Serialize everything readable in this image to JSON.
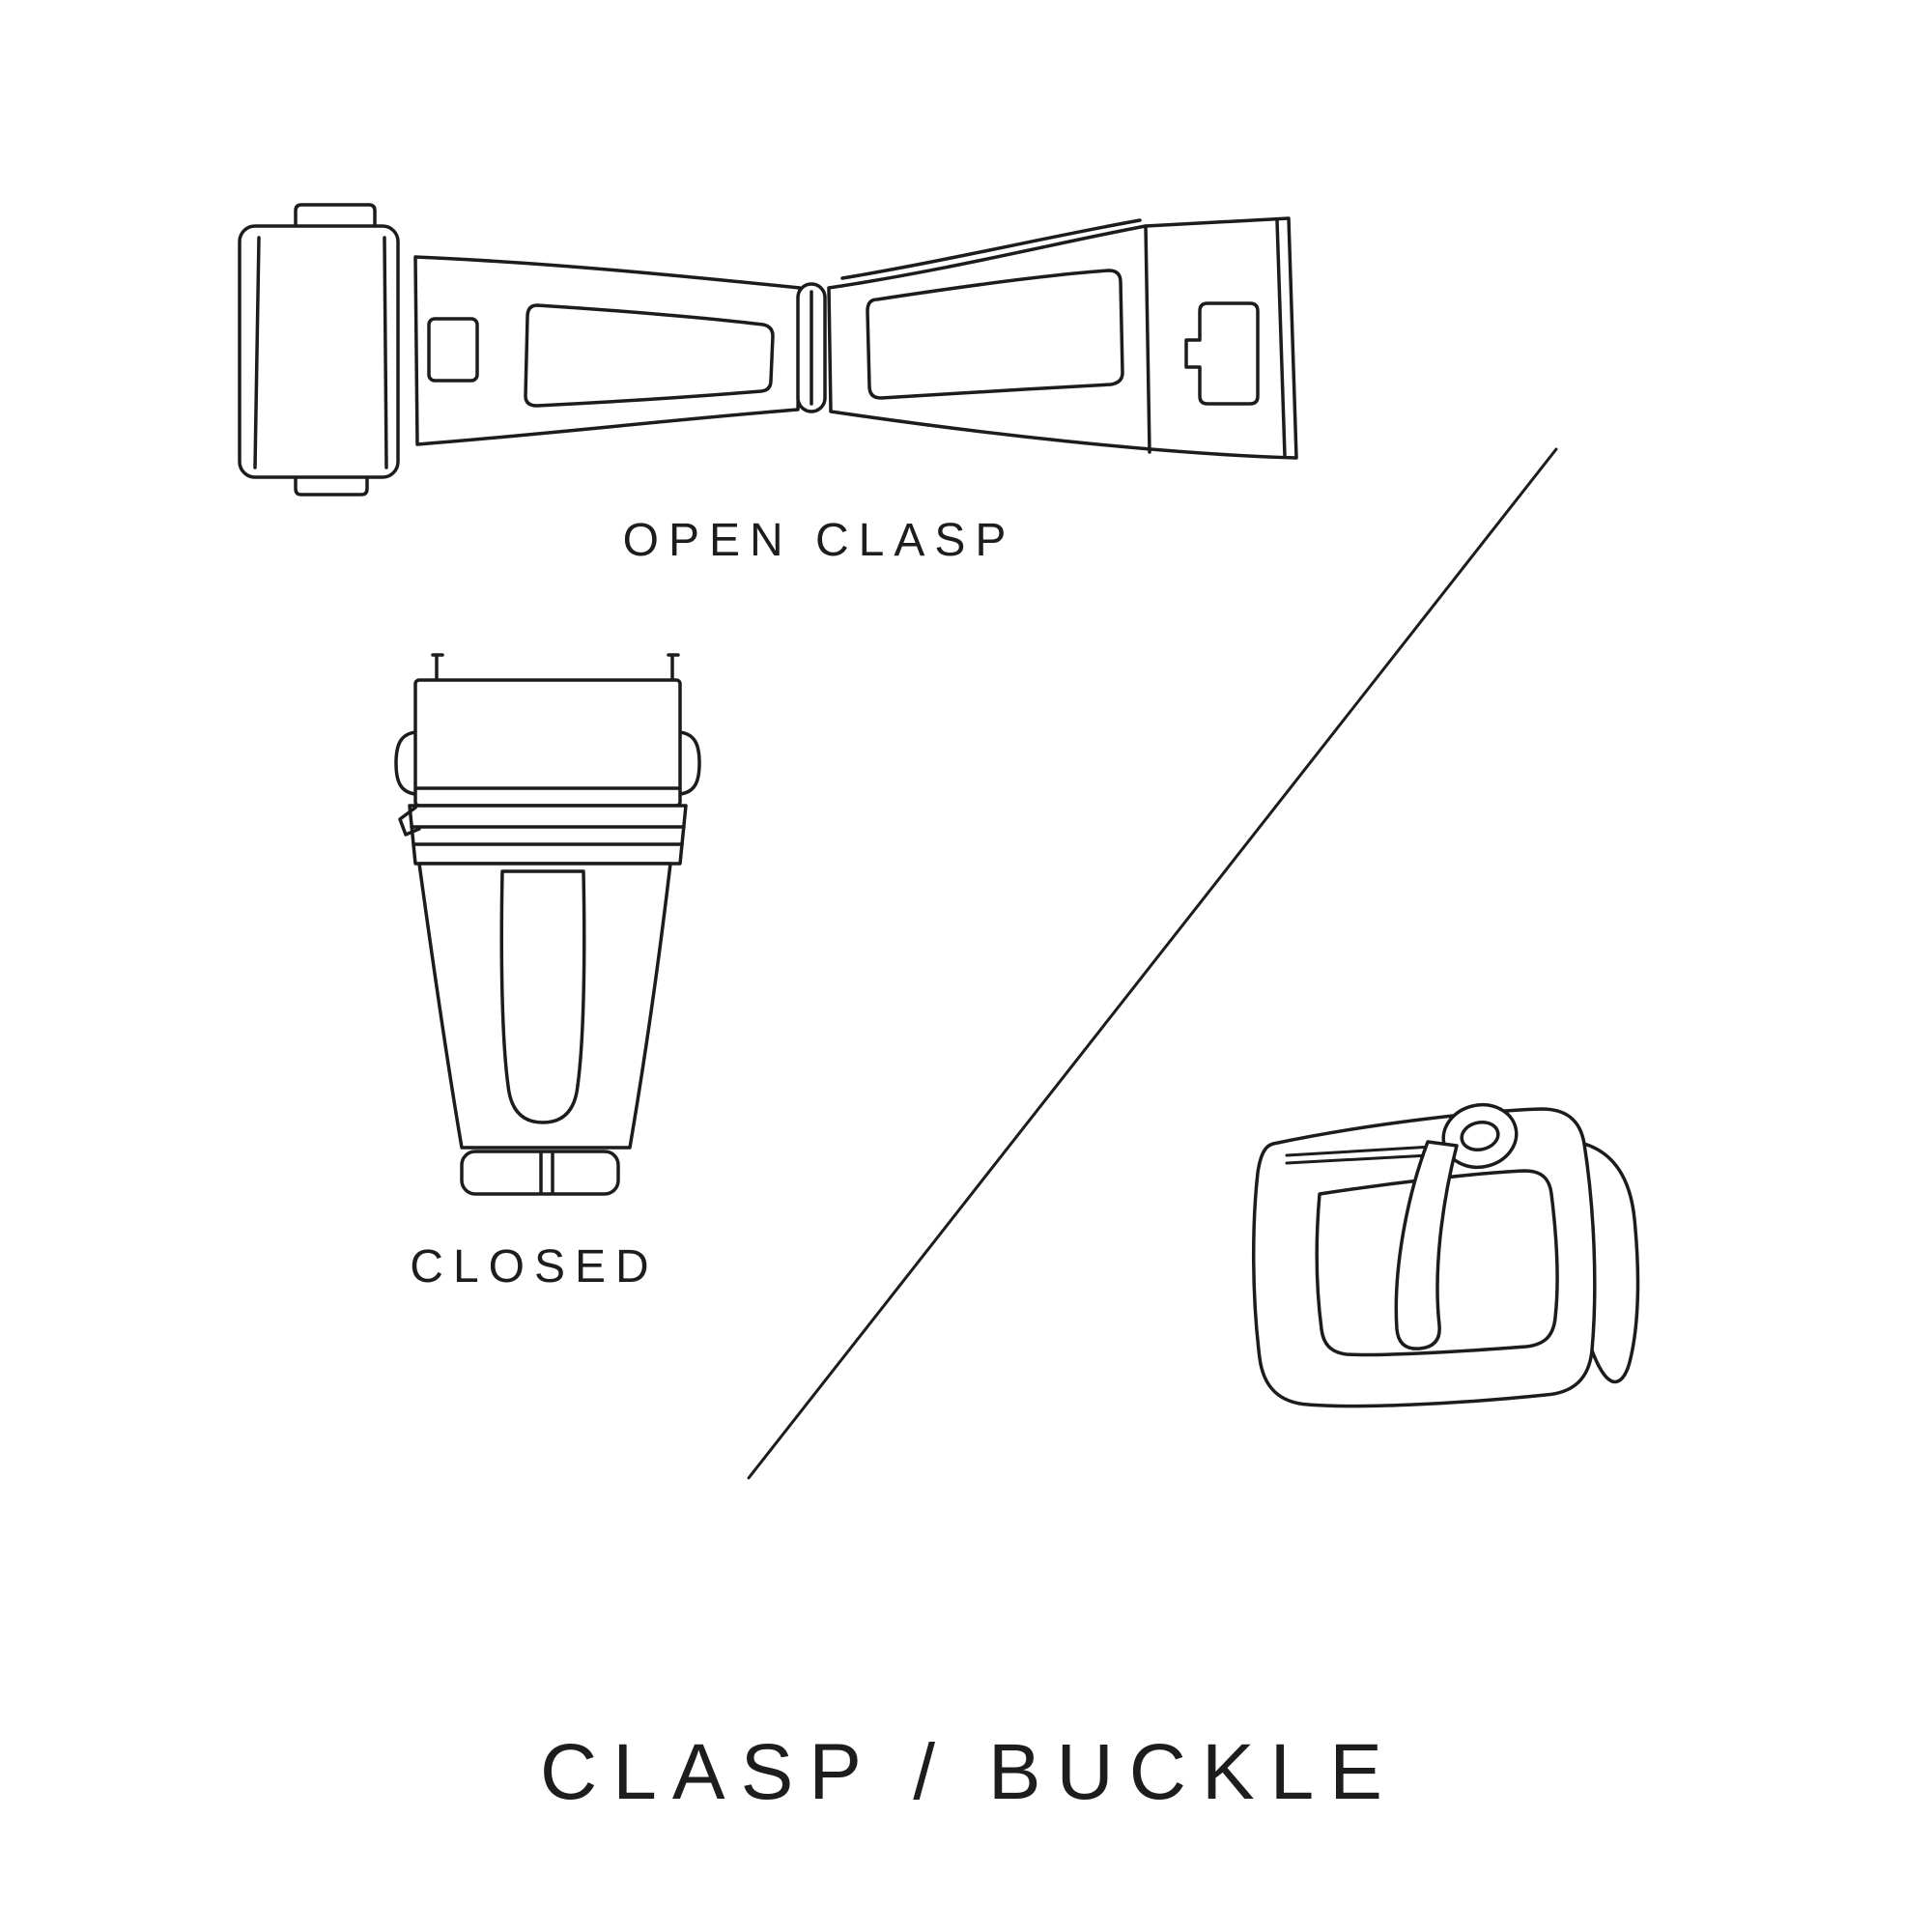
{
  "page": {
    "background_color": "#ffffff",
    "line_color": "#1c1c1c",
    "text_color": "#1d1d1d"
  },
  "title": "CLASP / BUCKLE",
  "labels": {
    "open_clasp": "OPEN CLASP",
    "closed": "CLOSED"
  },
  "icons": {
    "open_clasp": "open-clasp-illustration",
    "closed_clasp": "closed-clasp-illustration",
    "buckle": "buckle-illustration",
    "divider": "divider-line"
  }
}
